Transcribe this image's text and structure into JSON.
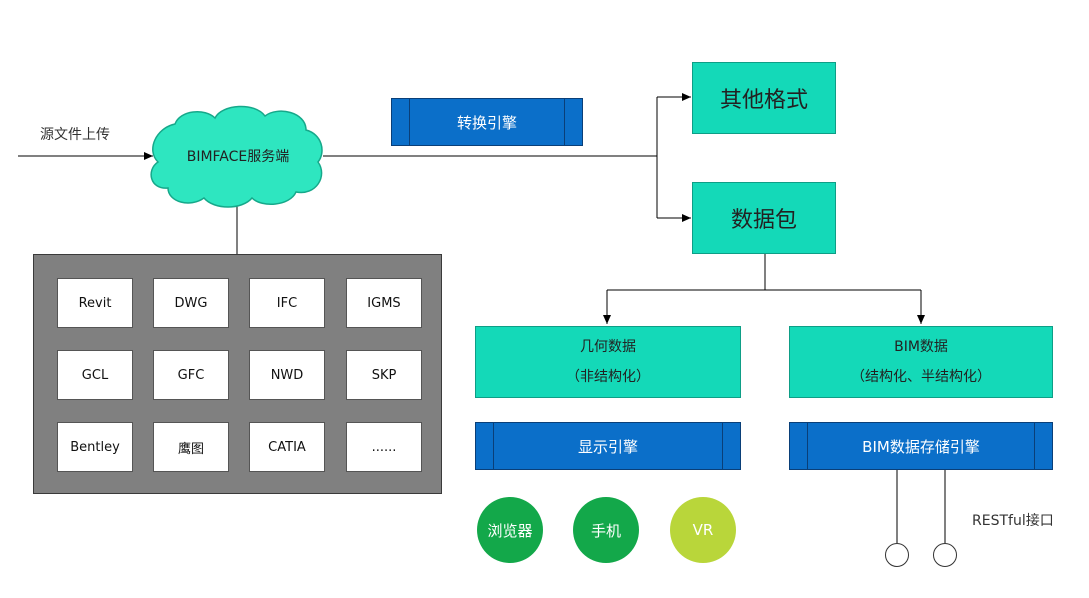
{
  "upload_label": "源文件上传",
  "cloud_label": "BIMFACE服务端",
  "convert_engine": "转换引擎",
  "other_formats": "其他格式",
  "data_package": "数据包",
  "geometry": {
    "title": "几何数据",
    "subtitle": "（非结构化）"
  },
  "bim": {
    "title": "BIM数据",
    "subtitle": "（结构化、半结构化）"
  },
  "display_engine": "显示引擎",
  "storage_engine": "BIM数据存储引擎",
  "clients": [
    {
      "label": "浏览器",
      "color": "#13a84a"
    },
    {
      "label": "手机",
      "color": "#13a84a"
    },
    {
      "label": "VR",
      "color": "#b9d63a"
    }
  ],
  "restful_label": "RESTful接口",
  "formats": [
    "Revit",
    "DWG",
    "IFC",
    "IGMS",
    "GCL",
    "GFC",
    "NWD",
    "SKP",
    "Bentley",
    "鹰图",
    "CATIA",
    "......"
  ],
  "colors": {
    "teal": "#14d9b8",
    "engine_blue": "#0b6fc9",
    "panel_gray": "#808080",
    "cloud": "#2ee6c0"
  }
}
